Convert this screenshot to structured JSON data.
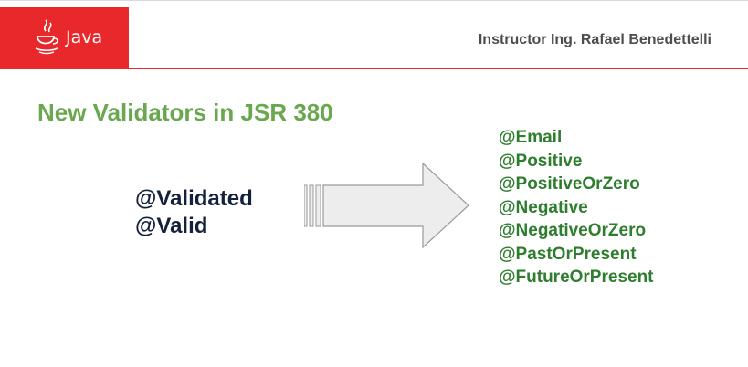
{
  "header": {
    "brand": "Java",
    "instructor": "Instructor Ing. Rafael Benedettelli",
    "accent_color": "#e8282b",
    "logo_icon": "java-cup-icon"
  },
  "slide": {
    "title": "New Validators in JSR 380",
    "left_items": [
      "@Validated",
      "@Valid"
    ],
    "arrow_icon": "striped-right-arrow",
    "right_items": [
      "@Email",
      "@Positive",
      "@PositiveOrZero",
      "@Negative",
      "@NegativeOrZero",
      "@PastOrPresent",
      "@FutureOrPresent"
    ],
    "colors": {
      "title": "#6aa84f",
      "left_text": "#14213d",
      "right_text": "#2f7d2f"
    }
  }
}
